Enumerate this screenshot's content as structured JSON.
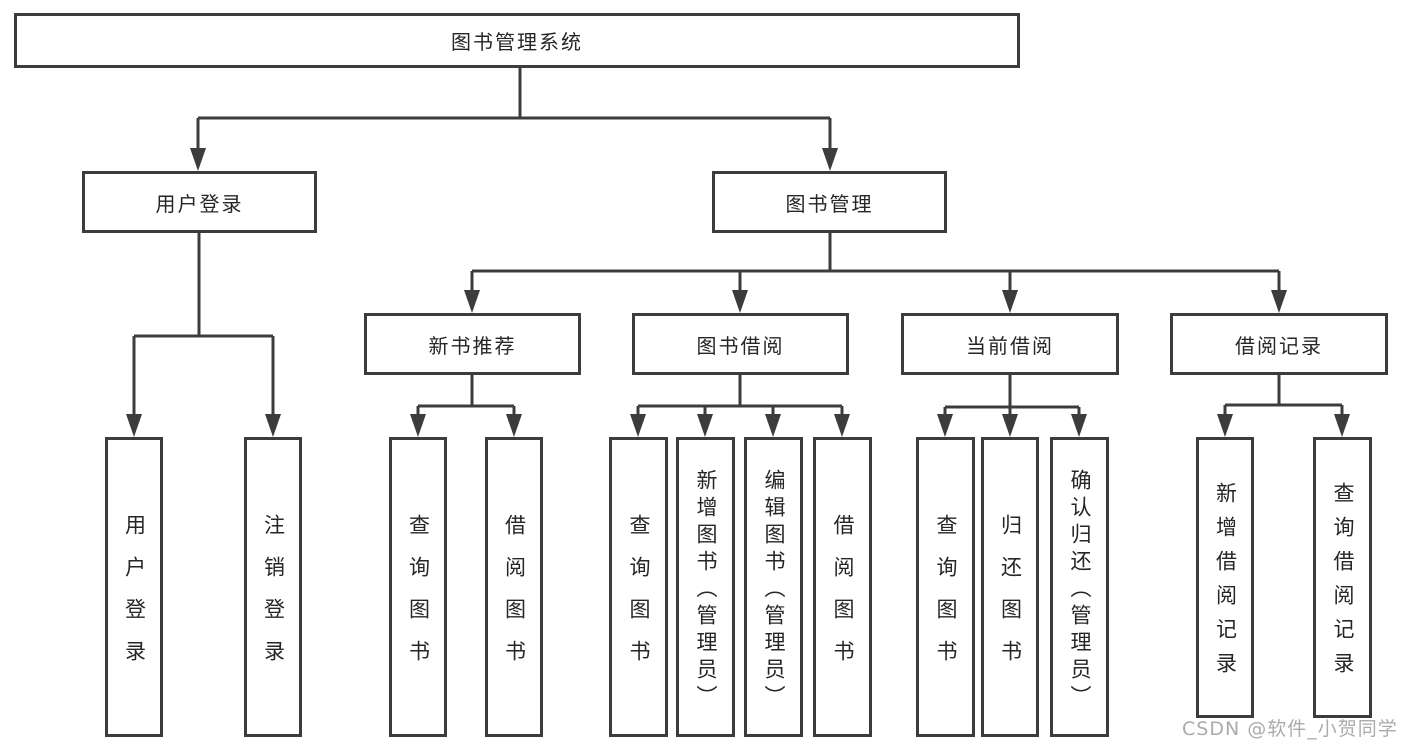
{
  "colors": {
    "line": "#3c3c3c",
    "border": "#3c3c3c",
    "text": "#262626",
    "background": "#ffffff",
    "watermark": "#ababab"
  },
  "watermark": "CSDN @软件_小贺同学",
  "root": {
    "label": "图书管理系统"
  },
  "branches": {
    "user_login": {
      "label": "用户登录",
      "children": [
        "用户登录",
        "注销登录"
      ]
    },
    "book_management": {
      "label": "图书管理",
      "children": {
        "new_book_recommend": {
          "label": "新书推荐",
          "children": [
            "查询图书",
            "借阅图书"
          ]
        },
        "book_borrowing": {
          "label": "图书借阅",
          "children": [
            "查询图书",
            "新增图书（管理员）",
            "编辑图书（管理员）",
            "借阅图书"
          ]
        },
        "current_borrowing": {
          "label": "当前借阅",
          "children": [
            "查询图书",
            "归还图书",
            "确认归还（管理员）"
          ]
        },
        "borrowing_records": {
          "label": "借阅记录",
          "children": [
            "新增借阅记录",
            "查询借阅记录"
          ]
        }
      }
    }
  }
}
